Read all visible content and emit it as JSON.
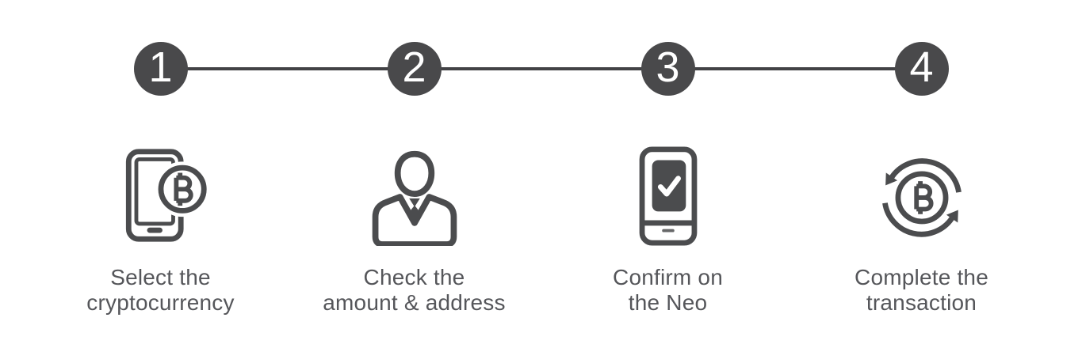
{
  "steps": [
    {
      "number": "1",
      "icon": "smartphone-bitcoin-icon",
      "lines": [
        "Select the",
        "cryptocurrency"
      ]
    },
    {
      "number": "2",
      "icon": "person-icon",
      "lines": [
        "Check the",
        "amount & address"
      ]
    },
    {
      "number": "3",
      "icon": "device-checkmark-icon",
      "lines": [
        "Confirm on",
        "the Neo"
      ]
    },
    {
      "number": "4",
      "icon": "bitcoin-cycle-icon",
      "lines": [
        "Complete the",
        "transaction"
      ]
    }
  ],
  "colors": {
    "circle": "#49494b",
    "connector": "#424245",
    "icon": "#4b4c4e",
    "label": "#55565a",
    "number": "#ffffff",
    "background": "#ffffff"
  }
}
